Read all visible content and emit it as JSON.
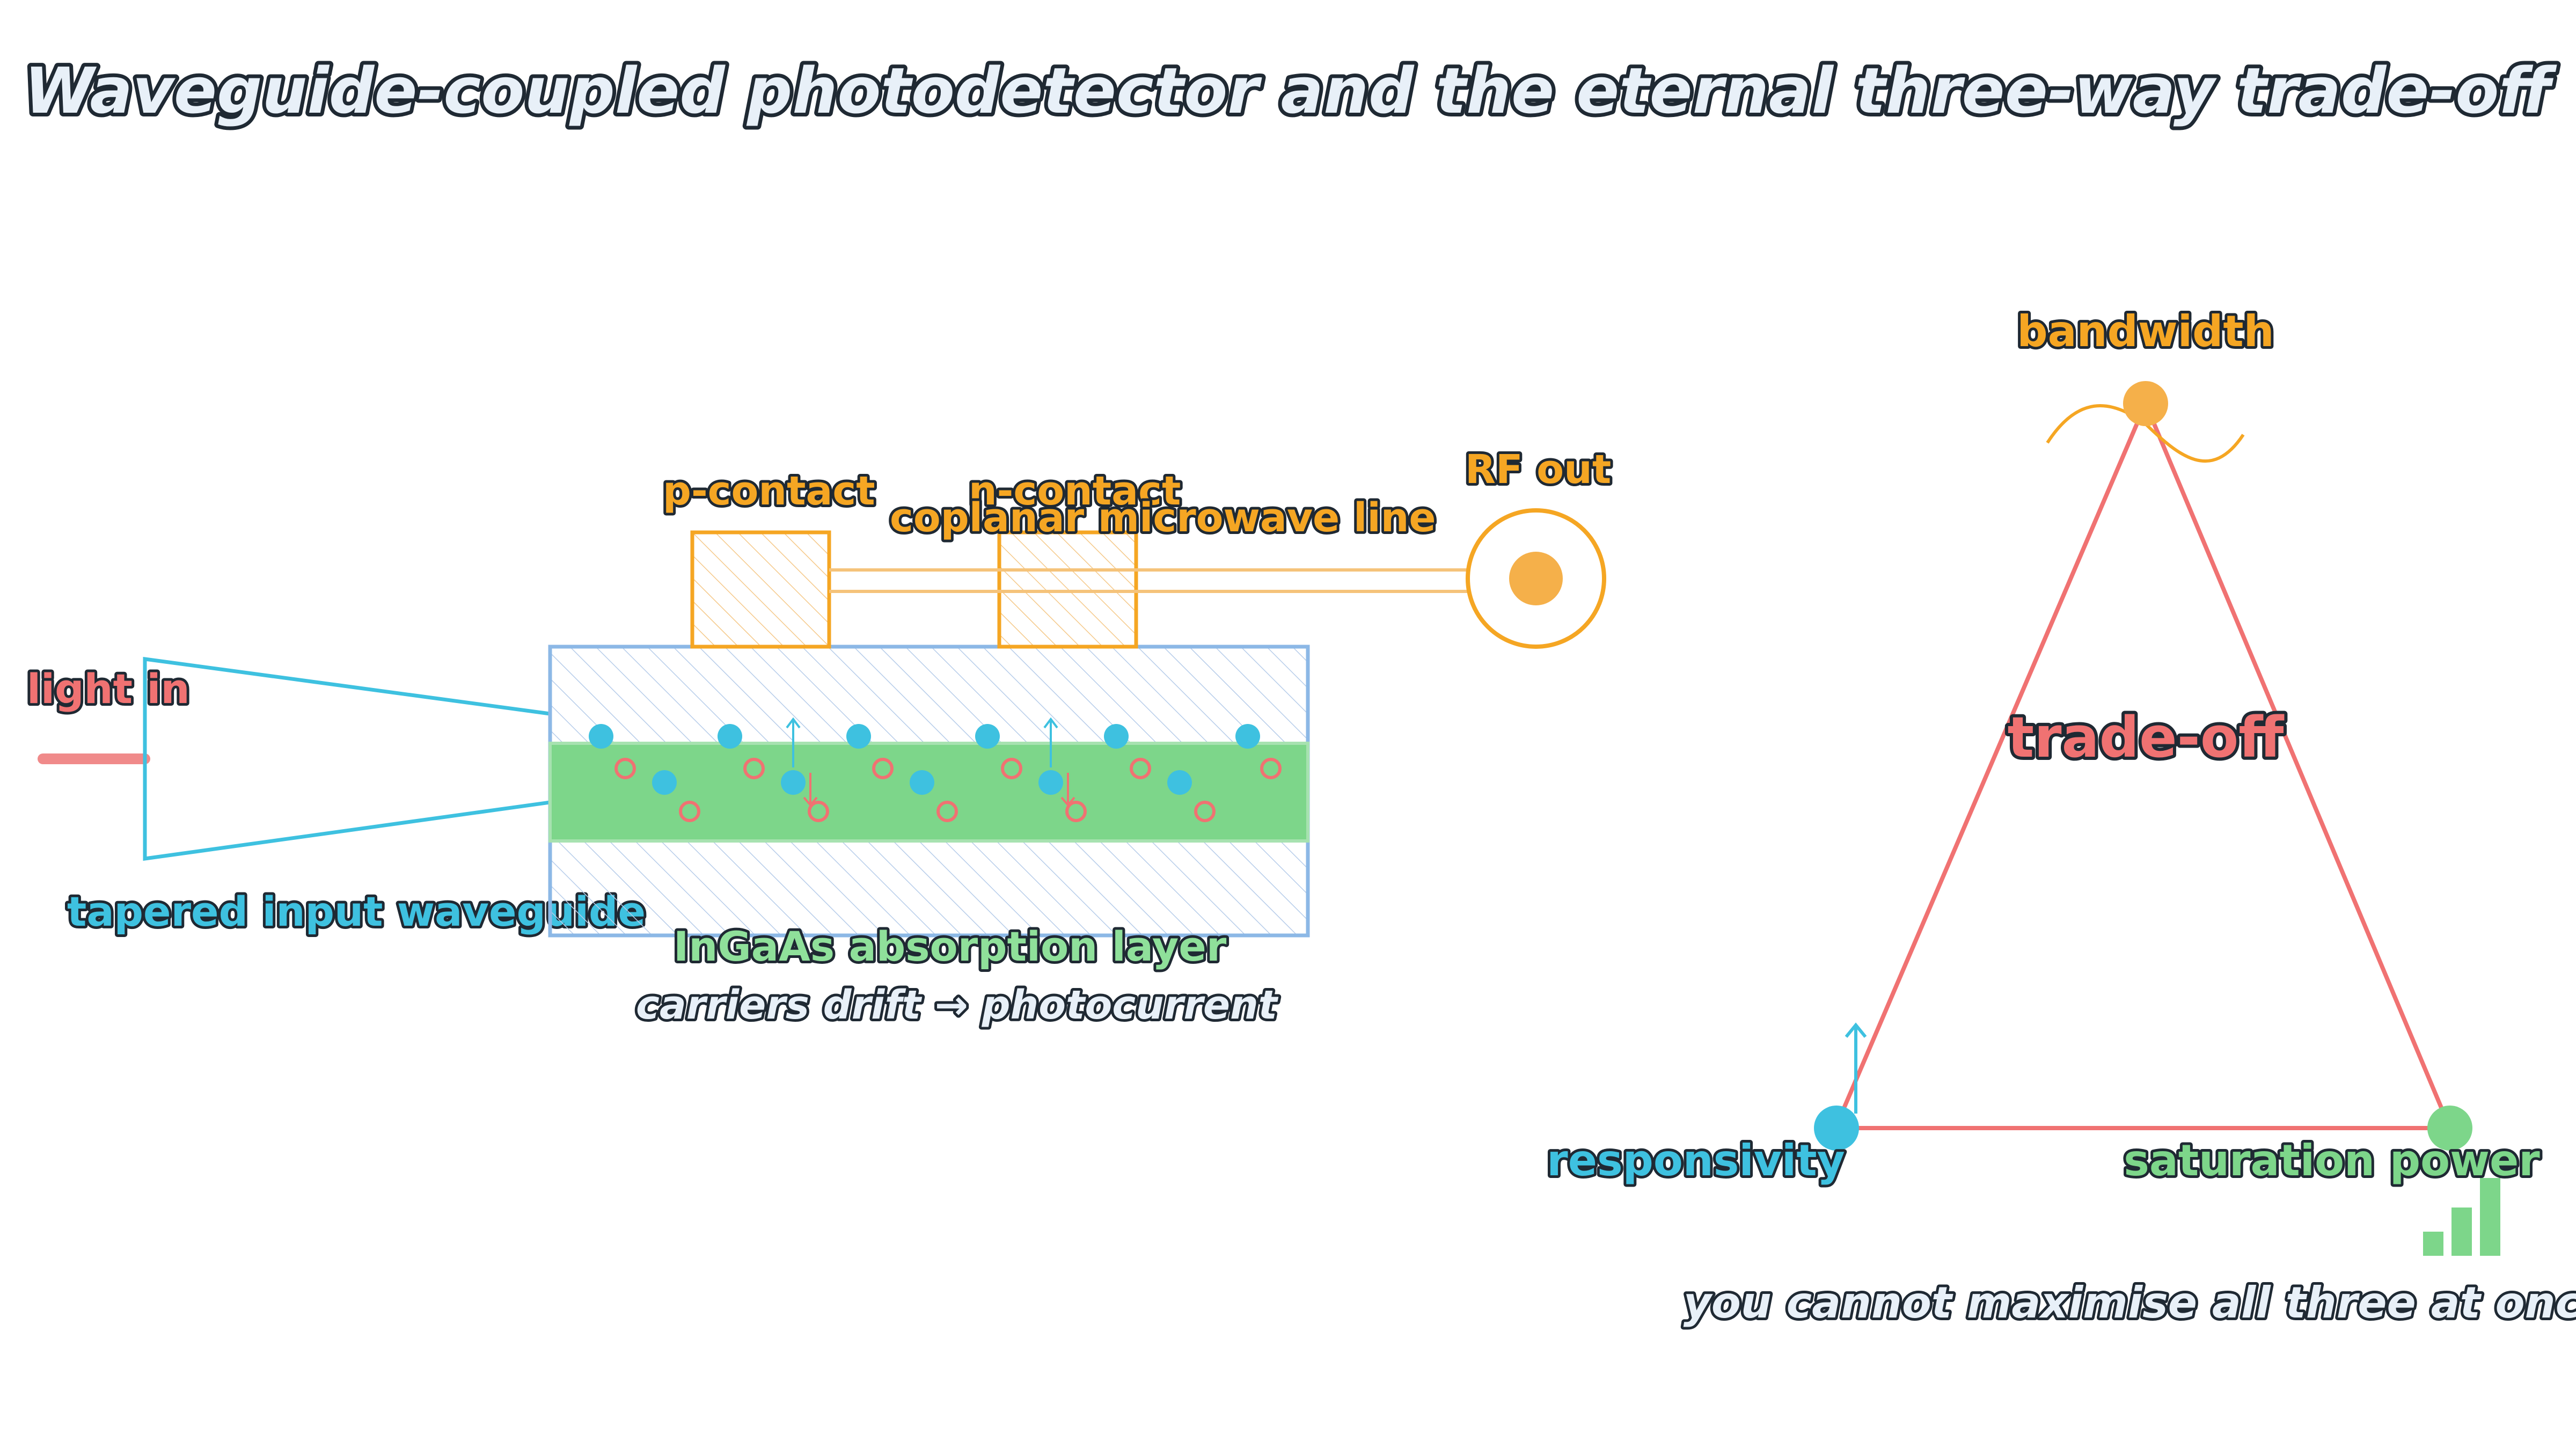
{
  "title": "Waveguide-coupled photodetector and the eternal three-way trade-off",
  "device": {
    "light_in": "light in",
    "taper_label": "tapered input waveguide",
    "p_contact": "p-contact",
    "n_contact": "n-contact",
    "cpw_label": "coplanar microwave line",
    "rf_out": "RF out",
    "absorber_label": "InGaAs absorption layer",
    "carrier_note": "carriers drift → photocurrent"
  },
  "tradeoff": {
    "center": "trade-off",
    "top": "bandwidth",
    "left": "responsivity",
    "right": "saturation power",
    "footnote": "you cannot maximise all three at once"
  },
  "colors": {
    "title_fill": "#e8f0f8",
    "orange": "#f5a623",
    "cyan": "#3ec1e0",
    "red": "#f07272",
    "green": "#7dd68a",
    "blue_outline": "#8cb8e6",
    "dark": "#1f2933"
  },
  "icons": [
    "electron-dot",
    "hole-ring",
    "rf-connector",
    "sine-wave",
    "bar-growth"
  ]
}
